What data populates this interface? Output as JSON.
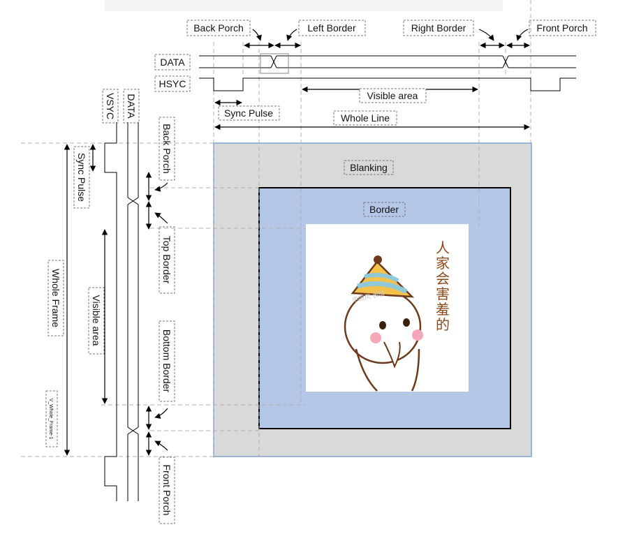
{
  "horizontal": {
    "data_label": "DATA",
    "hsync_label": "HSYC",
    "back_porch": "Back Porch",
    "left_border": "Left Border",
    "right_border": "Right Border",
    "front_porch": "Front Porch",
    "visible_area": "Visible area",
    "sync_pulse": "Sync Pulse",
    "whole_line": "Whole Line"
  },
  "vertical": {
    "vsync_label": "VSYC",
    "data_label": "DATA",
    "back_porch": "Back Porch",
    "top_border": "Top Border",
    "bottom_border": "Bottom Border",
    "front_porch": "Front Porch",
    "sync_pulse": "Sync Pulse",
    "visible_area": "Visible area",
    "whole_frame": "Whole Frame",
    "whole_frame_minus_1": "V_Whole_Frame-1"
  },
  "frame": {
    "blanking": "Blanking",
    "border": "Border"
  },
  "image": {
    "caption_chars": [
      "人",
      "家",
      "会",
      "害",
      "羞",
      "的"
    ]
  },
  "colors": {
    "blanking_fill": "#d9d9d9",
    "blanking_stroke": "#7fa3cf",
    "border_fill": "#b4c7e7",
    "visible_fill": "#ffffff",
    "caption_color": "#8b4a1c"
  }
}
